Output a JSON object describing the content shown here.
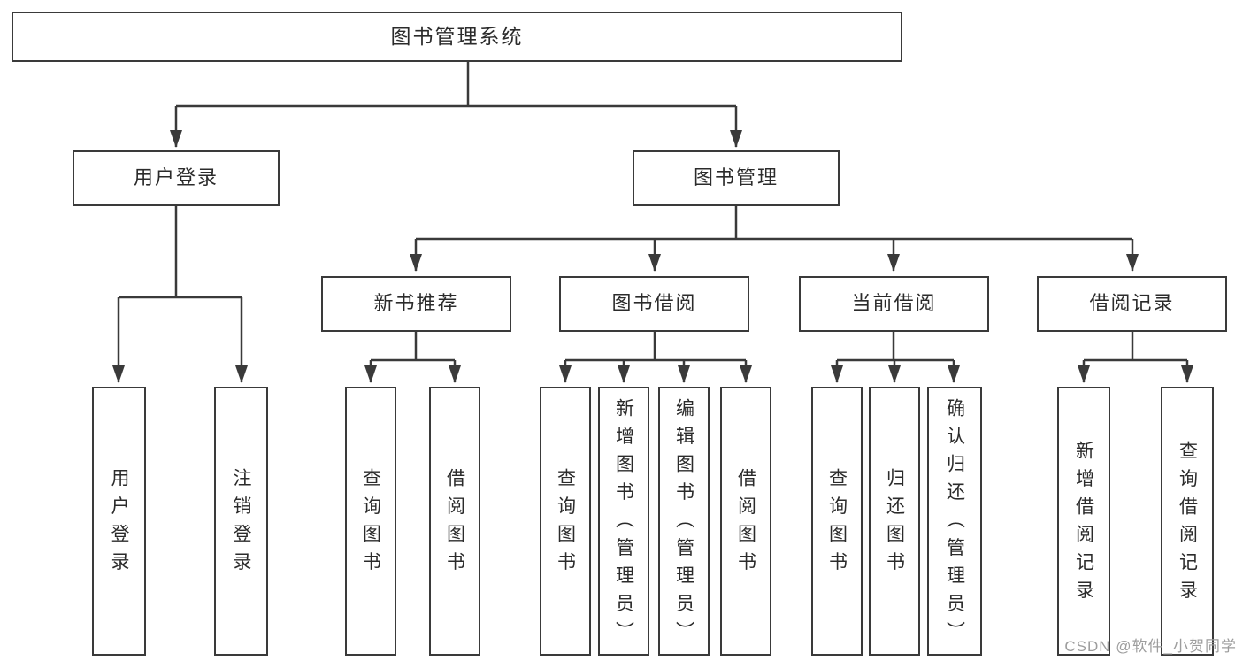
{
  "tree": {
    "root": {
      "label": "图书管理系统"
    },
    "level2": [
      {
        "label": "用户登录",
        "children": [
          {
            "label": "用户登录"
          },
          {
            "label": "注销登录"
          }
        ]
      },
      {
        "label": "图书管理",
        "children": [
          {
            "label": "新书推荐",
            "children": [
              {
                "label": "查询图书"
              },
              {
                "label": "借阅图书"
              }
            ]
          },
          {
            "label": "图书借阅",
            "children": [
              {
                "label": "查询图书"
              },
              {
                "label": "新增图书（管理员）"
              },
              {
                "label": "编辑图书（管理员）"
              },
              {
                "label": "借阅图书"
              }
            ]
          },
          {
            "label": "当前借阅",
            "children": [
              {
                "label": "查询图书"
              },
              {
                "label": "归还图书"
              },
              {
                "label": "确认归还（管理员）"
              }
            ]
          },
          {
            "label": "借阅记录",
            "children": [
              {
                "label": "新增借阅记录"
              },
              {
                "label": "查询借阅记录"
              }
            ]
          }
        ]
      }
    ]
  },
  "watermark": {
    "text": "CSDN @软件_小贺同学"
  },
  "colors": {
    "line": "#3a3a3a",
    "box_border": "#3a3a3a",
    "text": "#2b2b2b",
    "watermark": "#9d9d9d",
    "background": "#ffffff"
  }
}
